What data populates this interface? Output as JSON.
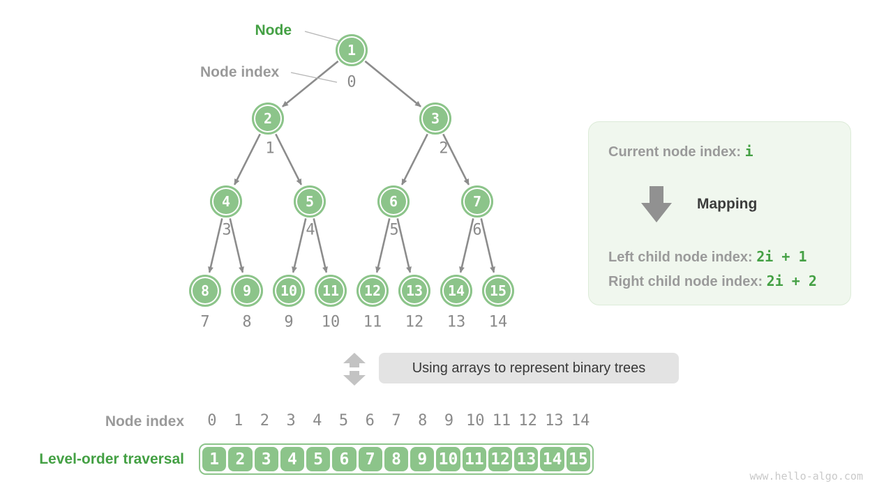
{
  "figure": {
    "node_label": "Node",
    "node_index_label": "Node index",
    "tree_nodes": [
      {
        "value": "1",
        "index": "0"
      },
      {
        "value": "2",
        "index": "1"
      },
      {
        "value": "3",
        "index": "2"
      },
      {
        "value": "4",
        "index": "3"
      },
      {
        "value": "5",
        "index": "4"
      },
      {
        "value": "6",
        "index": "5"
      },
      {
        "value": "7",
        "index": "6"
      },
      {
        "value": "8",
        "index": "7"
      },
      {
        "value": "9",
        "index": "8"
      },
      {
        "value": "10",
        "index": "9"
      },
      {
        "value": "11",
        "index": "10"
      },
      {
        "value": "12",
        "index": "11"
      },
      {
        "value": "13",
        "index": "12"
      },
      {
        "value": "14",
        "index": "13"
      },
      {
        "value": "15",
        "index": "14"
      }
    ],
    "panel": {
      "current_label": "Current node index:",
      "current_code": "i",
      "mapping_label": "Mapping",
      "left_label": "Left child node index:",
      "left_code": "2i + 1",
      "right_label": "Right child node index:",
      "right_code": "2i + 2"
    },
    "caption": "Using arrays to represent binary trees",
    "bottom": {
      "index_label": "Node index",
      "traversal_label": "Level-order traversal",
      "indices": [
        "0",
        "1",
        "2",
        "3",
        "4",
        "5",
        "6",
        "7",
        "8",
        "9",
        "10",
        "11",
        "12",
        "13",
        "14"
      ],
      "values": [
        "1",
        "2",
        "3",
        "4",
        "5",
        "6",
        "7",
        "8",
        "9",
        "10",
        "11",
        "12",
        "13",
        "14",
        "15"
      ]
    },
    "watermark": "www.hello-algo.com",
    "colors": {
      "node_green": "#8CC48A",
      "text_green": "#44A044",
      "label_gray": "#9A9A9A",
      "edge_gray": "#8C8C8C",
      "dark_text": "#3C3C3C",
      "panel_bg": "#F0F7EE",
      "panel_border": "#DCEBD8",
      "pill_bg": "#E3E3E3",
      "icon_gray": "#C3C3C3"
    }
  }
}
